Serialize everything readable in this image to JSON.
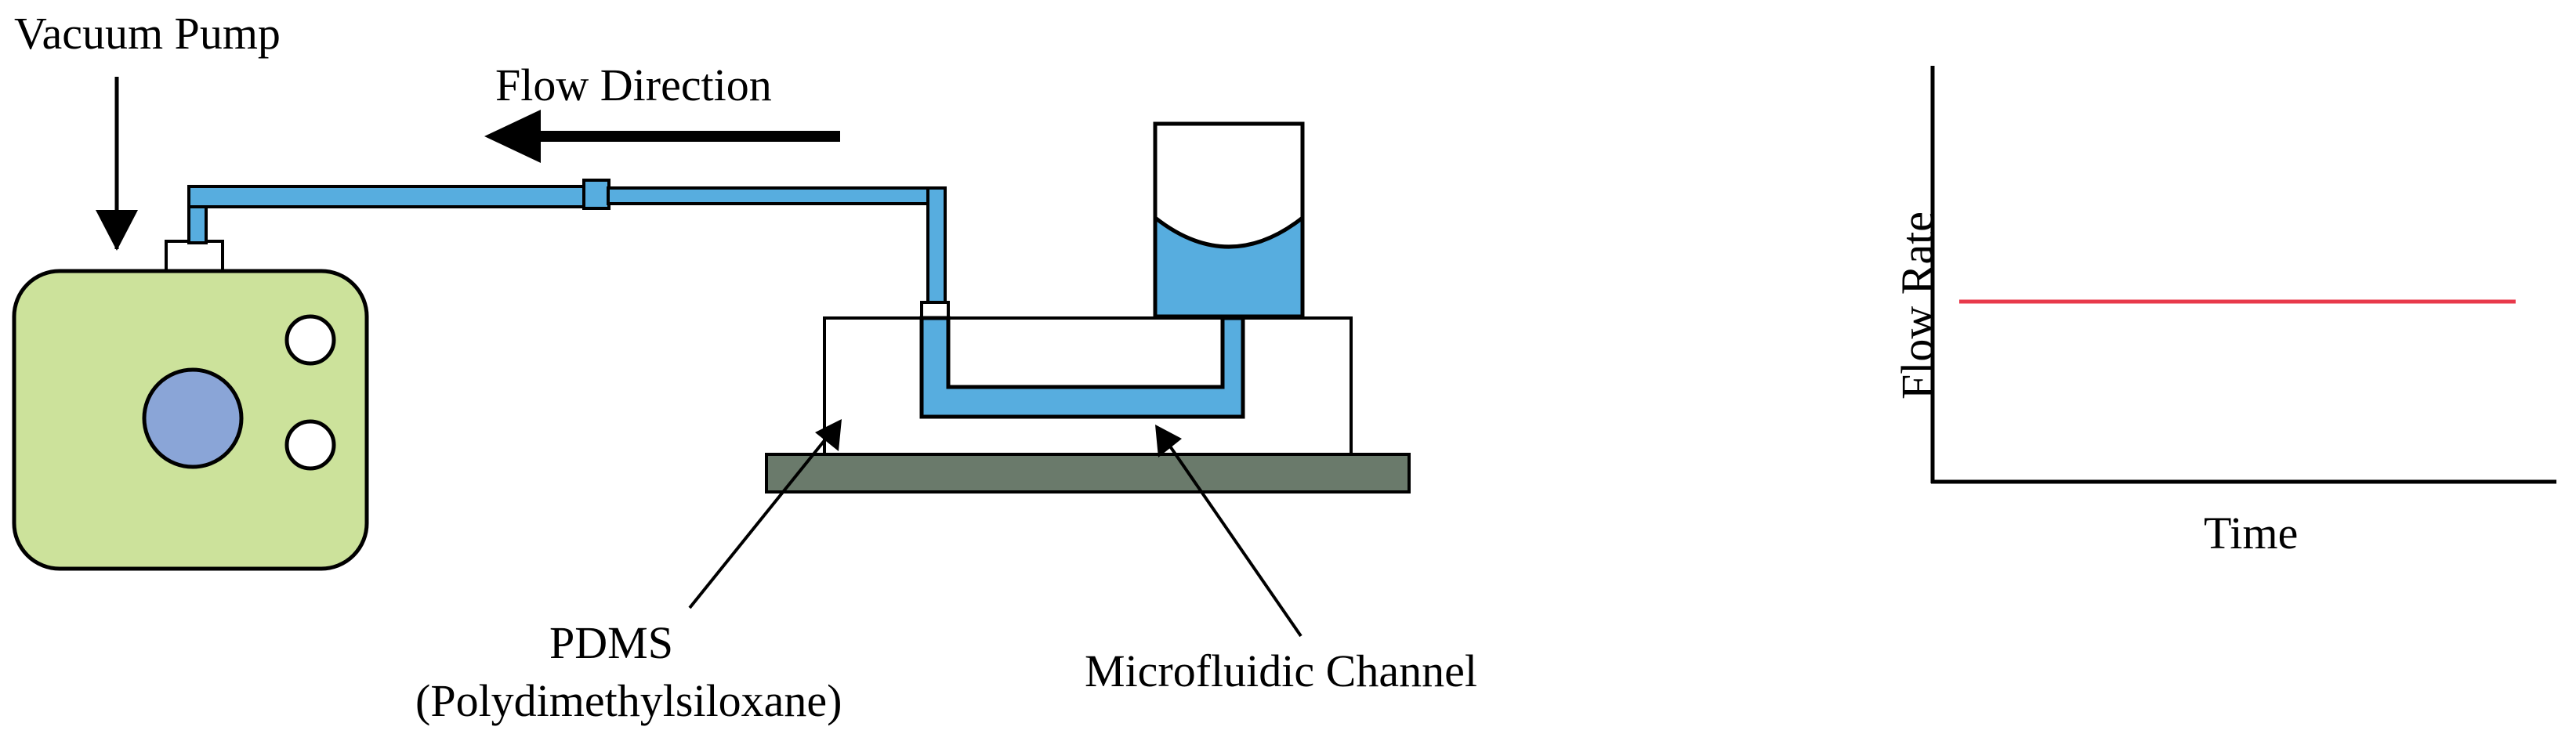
{
  "labels": {
    "vacuum_pump": "Vacuum Pump",
    "flow_direction": "Flow Direction",
    "pdms_line1": "PDMS",
    "pdms_line2": "(Polydimethylsiloxane)",
    "microfluidic_channel": "Microfluidic Channel"
  },
  "colors": {
    "pump_body": "#cce29b",
    "pump_dial": "#8aa5d7",
    "fluid": "#57addf",
    "substrate": "#6a7a6b",
    "flow_rate_line": "#e8394b",
    "outline": "#000000"
  },
  "chart_data": {
    "type": "line",
    "xlabel": "Time",
    "ylabel": "Flow Rate",
    "series": [
      {
        "x": [
          0,
          1
        ],
        "y": [
          0.5,
          0.5
        ],
        "color": "#e8394b"
      }
    ],
    "xlim": [
      0,
      1
    ],
    "ylim": [
      0,
      1
    ],
    "grid": false,
    "ticks": false
  }
}
